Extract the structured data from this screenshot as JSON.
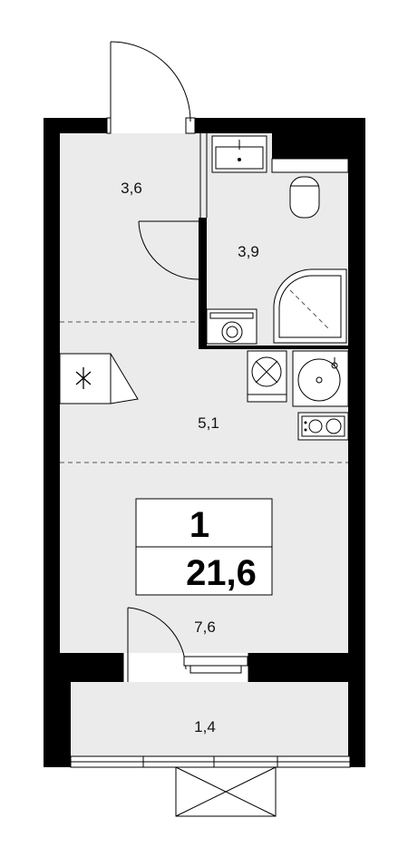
{
  "summary": {
    "rooms_count": "1",
    "total_area": "21,6"
  },
  "rooms": {
    "hall_top": "3,6",
    "bathroom": "3,9",
    "kitchen": "5,1",
    "living": "7,6",
    "balcony": "1,4"
  },
  "colors": {
    "wall": "#000000",
    "floor": "#ebebeb",
    "fixture": "#ffffff"
  },
  "icons": [
    "door-swing-icon",
    "sink-icon",
    "toilet-icon",
    "shower-icon",
    "washing-machine-icon",
    "stove-icon",
    "kitchen-sink-icon",
    "cooktop-icon",
    "ventilation-fan-icon",
    "window-icon"
  ]
}
